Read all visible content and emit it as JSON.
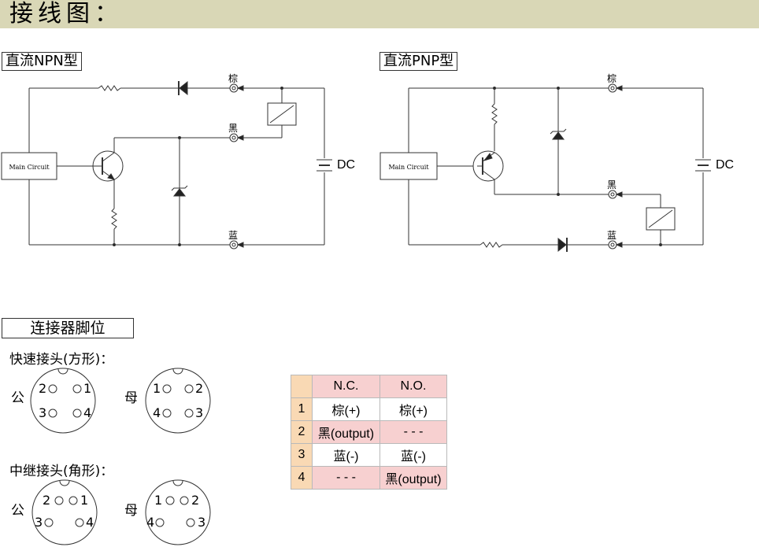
{
  "header": {
    "title": "接线图："
  },
  "npn": {
    "title": "直流NPN型",
    "main_circuit": "Main Circuit",
    "wire_brown": "棕",
    "wire_black": "黑",
    "wire_blue": "蓝",
    "dc": "DC"
  },
  "pnp": {
    "title": "直流PNP型",
    "main_circuit": "Main Circuit",
    "wire_brown": "棕",
    "wire_black": "黑",
    "wire_blue": "蓝",
    "dc": "DC"
  },
  "connector": {
    "title": "连接器脚位",
    "quick_label": "快速接头(方形)：",
    "relay_label": "中继接头(角形)：",
    "male": "公",
    "female": "母",
    "pins": {
      "p1": "1",
      "p2": "2",
      "p3": "3",
      "p4": "4"
    }
  },
  "table": {
    "headers": [
      "N.C.",
      "N.O."
    ],
    "rows": [
      {
        "pin": "1",
        "nc": "棕(+)",
        "no": "棕(+)"
      },
      {
        "pin": "2",
        "nc": "黑(output)",
        "no": "- - -"
      },
      {
        "pin": "3",
        "nc": "蓝(-)",
        "no": "蓝(-)"
      },
      {
        "pin": "4",
        "nc": "- - -",
        "no": "黑(output)"
      }
    ]
  },
  "colors": {
    "header_bg": "#d9d7b6",
    "table_pin_bg": "#f9d9b4",
    "table_pink": "#f7d0d0"
  }
}
